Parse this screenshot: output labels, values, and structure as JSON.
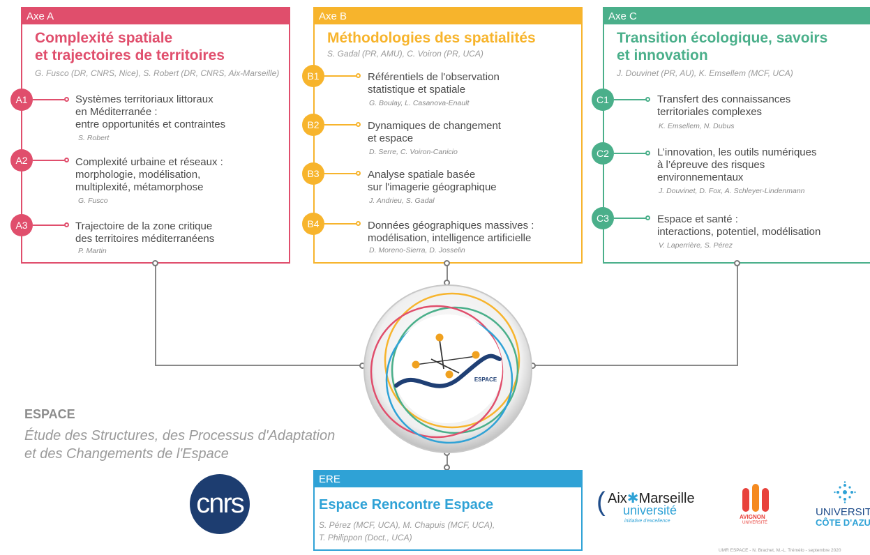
{
  "colors": {
    "axe_a": "#e04e6c",
    "axe_b": "#f7b42c",
    "axe_c": "#4aaf8a",
    "ere": "#2fa2d6",
    "connector": "#888888"
  },
  "axes": [
    {
      "label": "Axe A",
      "title_l1": "Complexité spatiale",
      "title_l2": "et trajectoires de territoires",
      "resp": "G. Fusco (DR, CNRS, Nice), S. Robert (DR, CNRS, Aix-Marseille)",
      "items": [
        {
          "code": "A1",
          "l1": "Systèmes territoriaux littoraux",
          "l2": "en Méditerranée :",
          "l3": "entre opportunités et contraintes",
          "authors": "S. Robert"
        },
        {
          "code": "A2",
          "l1": "Complexité urbaine et réseaux :",
          "l2": "morphologie, modélisation,",
          "l3": "multiplexité, métamorphose",
          "authors": "G. Fusco"
        },
        {
          "code": "A3",
          "l1": "Trajectoire de la zone critique",
          "l2": "des territoires méditerranéens",
          "l3": "",
          "authors": "P. Martin"
        }
      ]
    },
    {
      "label": "Axe B",
      "title_l1": "Méthodologies des spatialités",
      "title_l2": "",
      "resp": "S. Gadal (PR, AMU), C. Voiron (PR, UCA)",
      "items": [
        {
          "code": "B1",
          "l1": "Référentiels de l'observation",
          "l2": "statistique et spatiale",
          "l3": "",
          "authors": "G. Boulay, L. Casanova-Enault"
        },
        {
          "code": "B2",
          "l1": "Dynamiques de changement",
          "l2": "et espace",
          "l3": "",
          "authors": "D. Serre, C. Voiron-Canicio"
        },
        {
          "code": "B3",
          "l1": "Analyse spatiale basée",
          "l2": "sur l'imagerie géographique",
          "l3": "",
          "authors": "J. Andrieu, S. Gadal"
        },
        {
          "code": "B4",
          "l1": "Données géographiques massives :",
          "l2": "modélisation, intelligence artificielle",
          "l3": "",
          "authors": "D. Moreno-Sierra, D. Josselin"
        }
      ]
    },
    {
      "label": "Axe C",
      "title_l1": "Transition écologique, savoirs",
      "title_l2": "et innovation",
      "resp": "J. Douvinet (PR, AU), K. Emsellem (MCF, UCA)",
      "items": [
        {
          "code": "C1",
          "l1": "Transfert des connaissances",
          "l2": "territoriales complexes",
          "l3": "",
          "authors": "K. Emsellem, N. Dubus"
        },
        {
          "code": "C2",
          "l1": "L’innovation, les outils numériques",
          "l2": "à l’épreuve des risques",
          "l3": "environnementaux",
          "authors": "J. Douvinet, D. Fox, A. Schleyer-Lindenmann"
        },
        {
          "code": "C3",
          "l1": "Espace et santé :",
          "l2": "interactions, potentiel, modélisation",
          "l3": "",
          "authors": "V. Laperrière, S. Pérez"
        }
      ]
    }
  ],
  "ere": {
    "label": "ERE",
    "title": "Espace Rencontre Espace",
    "resp_l1": "S. Pérez (MCF, UCA), M. Chapuis (MCF, UCA),",
    "resp_l2": "T. Philippon (Doct., UCA)"
  },
  "espace": {
    "name": "ESPACE",
    "desc_l1": "Étude des Structures, des Processus d'Adaptation",
    "desc_l2": "et des Changements de l'Espace",
    "logo_text": "ESPACE"
  },
  "logos": {
    "cnrs": "cnrs",
    "amu_l1": "Aix",
    "amu_l1b": "Marseille",
    "amu_l2": "université",
    "amu_l3": "initiative d'excellence",
    "avignon_l1": "AVIGNON",
    "avignon_l2": "UNIVERSITÉ",
    "uca_l1": "UNIVERSITÉ",
    "uca_l2": "CÔTE D'AZUR"
  },
  "credit": "UMR ESPACE - N. Brachet, M.-L. Trémélo - septembre 2020"
}
